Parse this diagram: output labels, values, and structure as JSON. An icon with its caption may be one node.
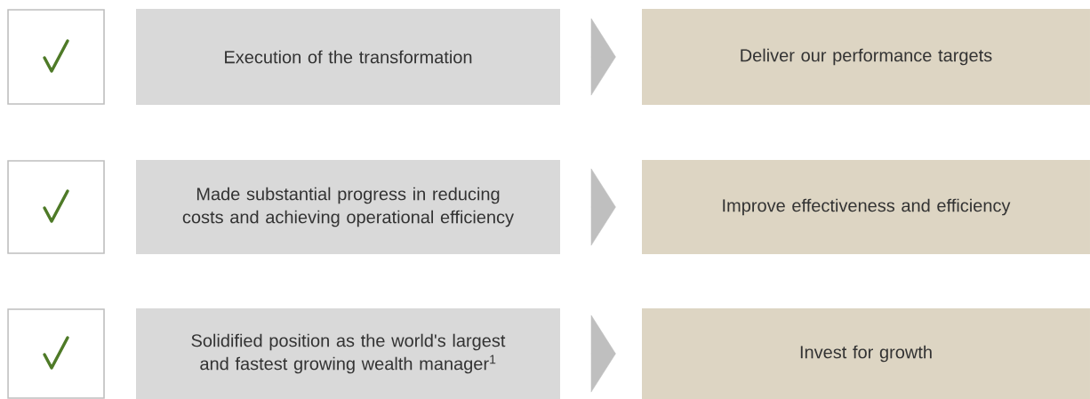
{
  "diagram": {
    "nodes": [
      {
        "text": [],
        "shape": "box"
      },
      {
        "text": [
          "Execution of the transformation"
        ]
      },
      {
        "text": [
          "Deliver our performance targets"
        ]
      },
      {
        "text": [],
        "shape": "box"
      },
      {
        "text": [
          "Made substantial progress in reducing costs and achieving operational efficiency"
        ]
      },
      {
        "text": [
          "Improve effectiveness and efficiency"
        ]
      },
      {
        "text": [],
        "shape": "box"
      },
      {
        "text": [
          "Solidified position as the world's largest and fastest growing wealth manager$^{1}$"
        ]
      },
      {
        "text": [
          "Invest for growth"
        ]
      }
    ],
    "edges": [
      {
        "from": 1,
        "to": 2,
        "arrow": "to"
      },
      {
        "from": 4,
        "to": 5,
        "arrow": "to"
      },
      {
        "from": 7,
        "to": 8,
        "arrow": "to"
      }
    ]
  }
}
